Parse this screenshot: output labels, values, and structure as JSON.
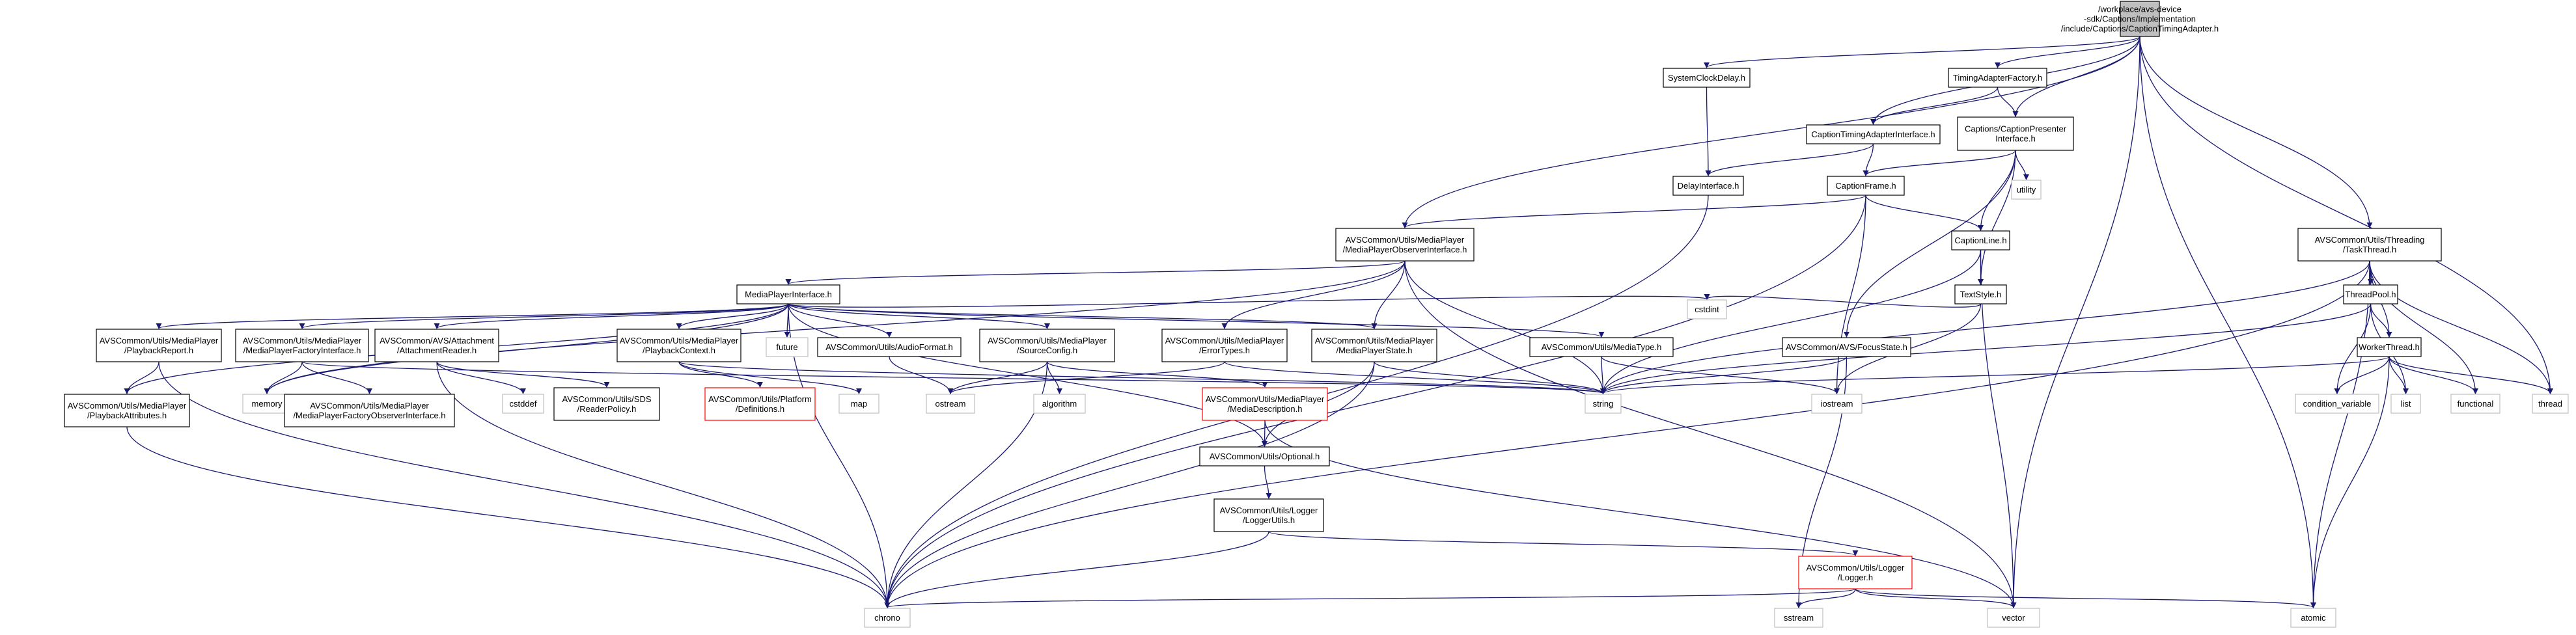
{
  "nodes": [
    {
      "id": "root",
      "lines": [
        "/workplace/avs-device",
        "-sdk/Captions/Implementation",
        "/include/Captions/CaptionTimingAdapter.h"
      ],
      "style": "root"
    },
    {
      "id": "scdelay",
      "lines": [
        "SystemClockDelay.h"
      ],
      "style": "normal"
    },
    {
      "id": "tafactory",
      "lines": [
        "TimingAdapterFactory.h"
      ],
      "style": "normal"
    },
    {
      "id": "ctai",
      "lines": [
        "CaptionTimingAdapterInterface.h"
      ],
      "style": "normal"
    },
    {
      "id": "cpi",
      "lines": [
        "Captions/CaptionPresenter",
        "Interface.h"
      ],
      "style": "normal"
    },
    {
      "id": "utility",
      "lines": [
        "utility"
      ],
      "style": "ext"
    },
    {
      "id": "delayi",
      "lines": [
        "DelayInterface.h"
      ],
      "style": "normal"
    },
    {
      "id": "cframe",
      "lines": [
        "CaptionFrame.h"
      ],
      "style": "normal"
    },
    {
      "id": "mpoi",
      "lines": [
        "AVSCommon/Utils/MediaPlayer",
        "/MediaPlayerObserverInterface.h"
      ],
      "style": "normal"
    },
    {
      "id": "cline",
      "lines": [
        "CaptionLine.h"
      ],
      "style": "normal"
    },
    {
      "id": "taskthread",
      "lines": [
        "AVSCommon/Utils/Threading",
        "/TaskThread.h"
      ],
      "style": "normal"
    },
    {
      "id": "mpi",
      "lines": [
        "MediaPlayerInterface.h"
      ],
      "style": "normal"
    },
    {
      "id": "textstyle",
      "lines": [
        "TextStyle.h"
      ],
      "style": "normal"
    },
    {
      "id": "threadpool",
      "lines": [
        "ThreadPool.h"
      ],
      "style": "normal"
    },
    {
      "id": "cstdint",
      "lines": [
        "cstdint"
      ],
      "style": "ext"
    },
    {
      "id": "future",
      "lines": [
        "future"
      ],
      "style": "ext"
    },
    {
      "id": "pbreport",
      "lines": [
        "AVSCommon/Utils/MediaPlayer",
        "/PlaybackReport.h"
      ],
      "style": "normal"
    },
    {
      "id": "mpfi",
      "lines": [
        "AVSCommon/Utils/MediaPlayer",
        "/MediaPlayerFactoryInterface.h"
      ],
      "style": "normal"
    },
    {
      "id": "attreader",
      "lines": [
        "AVSCommon/AVS/Attachment",
        "/AttachmentReader.h"
      ],
      "style": "normal"
    },
    {
      "id": "pbctx",
      "lines": [
        "AVSCommon/Utils/MediaPlayer",
        "/PlaybackContext.h"
      ],
      "style": "normal"
    },
    {
      "id": "audiofmt",
      "lines": [
        "AVSCommon/Utils/AudioFormat.h"
      ],
      "style": "normal"
    },
    {
      "id": "srccfg",
      "lines": [
        "AVSCommon/Utils/MediaPlayer",
        "/SourceConfig.h"
      ],
      "style": "normal"
    },
    {
      "id": "errtypes",
      "lines": [
        "AVSCommon/Utils/MediaPlayer",
        "/ErrorTypes.h"
      ],
      "style": "normal"
    },
    {
      "id": "mpstate",
      "lines": [
        "AVSCommon/Utils/MediaPlayer",
        "/MediaPlayerState.h"
      ],
      "style": "normal"
    },
    {
      "id": "mediatype",
      "lines": [
        "AVSCommon/Utils/MediaType.h"
      ],
      "style": "normal"
    },
    {
      "id": "focusstate",
      "lines": [
        "AVSCommon/AVS/FocusState.h"
      ],
      "style": "normal"
    },
    {
      "id": "workerthread",
      "lines": [
        "WorkerThread.h"
      ],
      "style": "normal"
    },
    {
      "id": "pbattr",
      "lines": [
        "AVSCommon/Utils/MediaPlayer",
        "/PlaybackAttributes.h"
      ],
      "style": "normal"
    },
    {
      "id": "memory",
      "lines": [
        "memory"
      ],
      "style": "ext"
    },
    {
      "id": "mpfoi",
      "lines": [
        "AVSCommon/Utils/MediaPlayer",
        "/MediaPlayerFactoryObserverInterface.h"
      ],
      "style": "normal"
    },
    {
      "id": "cstddef",
      "lines": [
        "cstddef"
      ],
      "style": "ext"
    },
    {
      "id": "readerpolicy",
      "lines": [
        "AVSCommon/Utils/SDS",
        "/ReaderPolicy.h"
      ],
      "style": "normal"
    },
    {
      "id": "platdefs",
      "lines": [
        "AVSCommon/Utils/Platform",
        "/Definitions.h"
      ],
      "style": "red"
    },
    {
      "id": "map",
      "lines": [
        "map"
      ],
      "style": "ext"
    },
    {
      "id": "ostream",
      "lines": [
        "ostream"
      ],
      "style": "ext"
    },
    {
      "id": "algorithm",
      "lines": [
        "algorithm"
      ],
      "style": "ext"
    },
    {
      "id": "mediadesc",
      "lines": [
        "AVSCommon/Utils/MediaPlayer",
        "/MediaDescription.h"
      ],
      "style": "red"
    },
    {
      "id": "string",
      "lines": [
        "string"
      ],
      "style": "ext"
    },
    {
      "id": "iostream",
      "lines": [
        "iostream"
      ],
      "style": "ext"
    },
    {
      "id": "condvar",
      "lines": [
        "condition_variable"
      ],
      "style": "ext"
    },
    {
      "id": "list",
      "lines": [
        "list"
      ],
      "style": "ext"
    },
    {
      "id": "functional",
      "lines": [
        "functional"
      ],
      "style": "ext"
    },
    {
      "id": "thread",
      "lines": [
        "thread"
      ],
      "style": "ext"
    },
    {
      "id": "optional",
      "lines": [
        "AVSCommon/Utils/Optional.h"
      ],
      "style": "normal"
    },
    {
      "id": "loggerutils",
      "lines": [
        "AVSCommon/Utils/Logger",
        "/LoggerUtils.h"
      ],
      "style": "normal"
    },
    {
      "id": "logger",
      "lines": [
        "AVSCommon/Utils/Logger",
        "/Logger.h"
      ],
      "style": "red"
    },
    {
      "id": "chrono",
      "lines": [
        "chrono"
      ],
      "style": "ext"
    },
    {
      "id": "sstream",
      "lines": [
        "sstream"
      ],
      "style": "ext"
    },
    {
      "id": "vector",
      "lines": [
        "vector"
      ],
      "style": "ext"
    },
    {
      "id": "atomic",
      "lines": [
        "atomic"
      ],
      "style": "ext"
    }
  ],
  "colors": {
    "edge": "#191970",
    "node_border": "#000000",
    "external_border": "#bfbfbf",
    "incomplete_border": "#ff0000",
    "root_fill": "#bfbfbf",
    "node_fill": "#ffffff",
    "text": "#000000"
  }
}
